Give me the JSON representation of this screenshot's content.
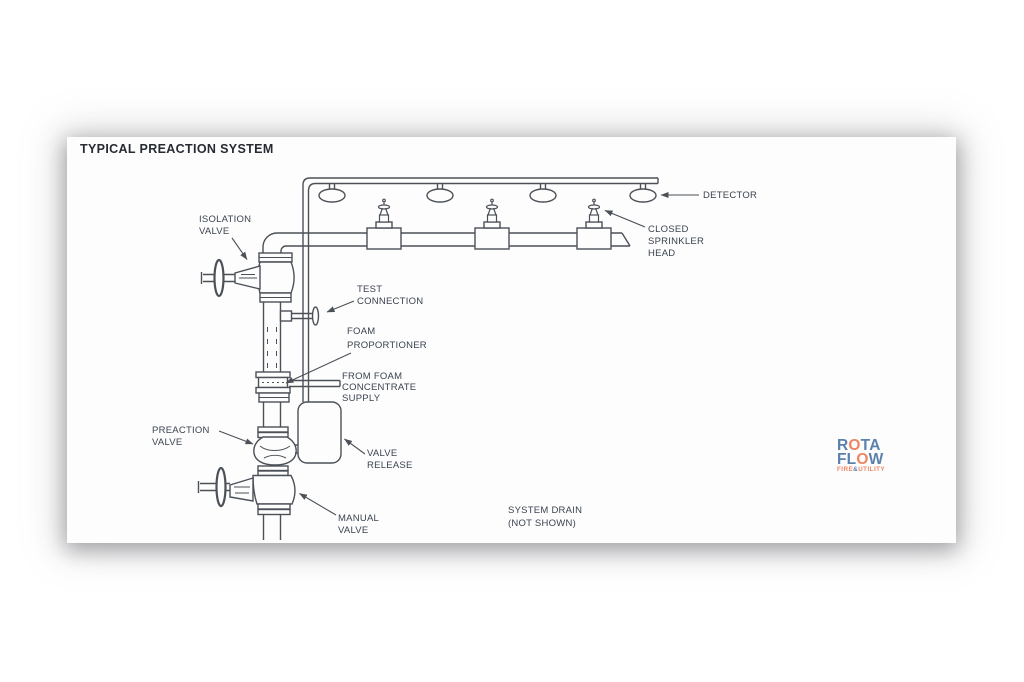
{
  "page": {
    "title": "TYPICAL PREACTION SYSTEM"
  },
  "labels": {
    "isolation_valve": {
      "l1": "ISOLATION",
      "l2": "VALVE"
    },
    "test_connection": {
      "l1": "TEST",
      "l2": "CONNECTION"
    },
    "foam_proportioner": {
      "l1": "FOAM",
      "l2": "PROPORTIONER"
    },
    "foam_supply": {
      "l1": "FROM FOAM",
      "l2": "CONCENTRATE",
      "l3": "SUPPLY"
    },
    "preaction_valve": {
      "l1": "PREACTION",
      "l2": "VALVE"
    },
    "valve_release": {
      "l1": "VALVE",
      "l2": "RELEASE"
    },
    "manual_valve": {
      "l1": "MANUAL",
      "l2": "VALVE"
    },
    "system_drain": {
      "l1": "SYSTEM DRAIN",
      "l2": "(NOT SHOWN)"
    },
    "detector": {
      "l1": "DETECTOR"
    },
    "closed_sprinkler_head": {
      "l1": "CLOSED",
      "l2": "SPRINKLER",
      "l3": "HEAD"
    }
  },
  "logo": {
    "row1_pre": "R",
    "row1_o": "O",
    "row1_post": "TA",
    "row2_pre": "FL",
    "row2_o": "O",
    "row2_post": "W",
    "tag_fire": "FIRE",
    "tag_amp": "&",
    "tag_utility": "UTILITY",
    "blue": "#5b81ac",
    "orange": "#ee8561"
  },
  "colors": {
    "ink": "#4c5158",
    "label_text": "#3a434f",
    "title_text": "#262b33",
    "page_bg": "#fdfdfd"
  }
}
